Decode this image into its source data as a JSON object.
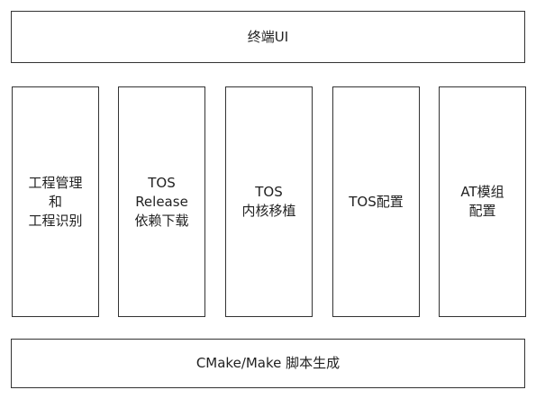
{
  "top_layer": {
    "label": "终端UI"
  },
  "modules": [
    {
      "label": "工程管理\n和\n工程识别"
    },
    {
      "label": "TOS\nRelease\n依赖下载"
    },
    {
      "label": "TOS\n内核移植"
    },
    {
      "label": "TOS配置"
    },
    {
      "label": "AT模组\n配置"
    }
  ],
  "bottom_layer": {
    "label": "CMake/Make 脚本生成"
  }
}
